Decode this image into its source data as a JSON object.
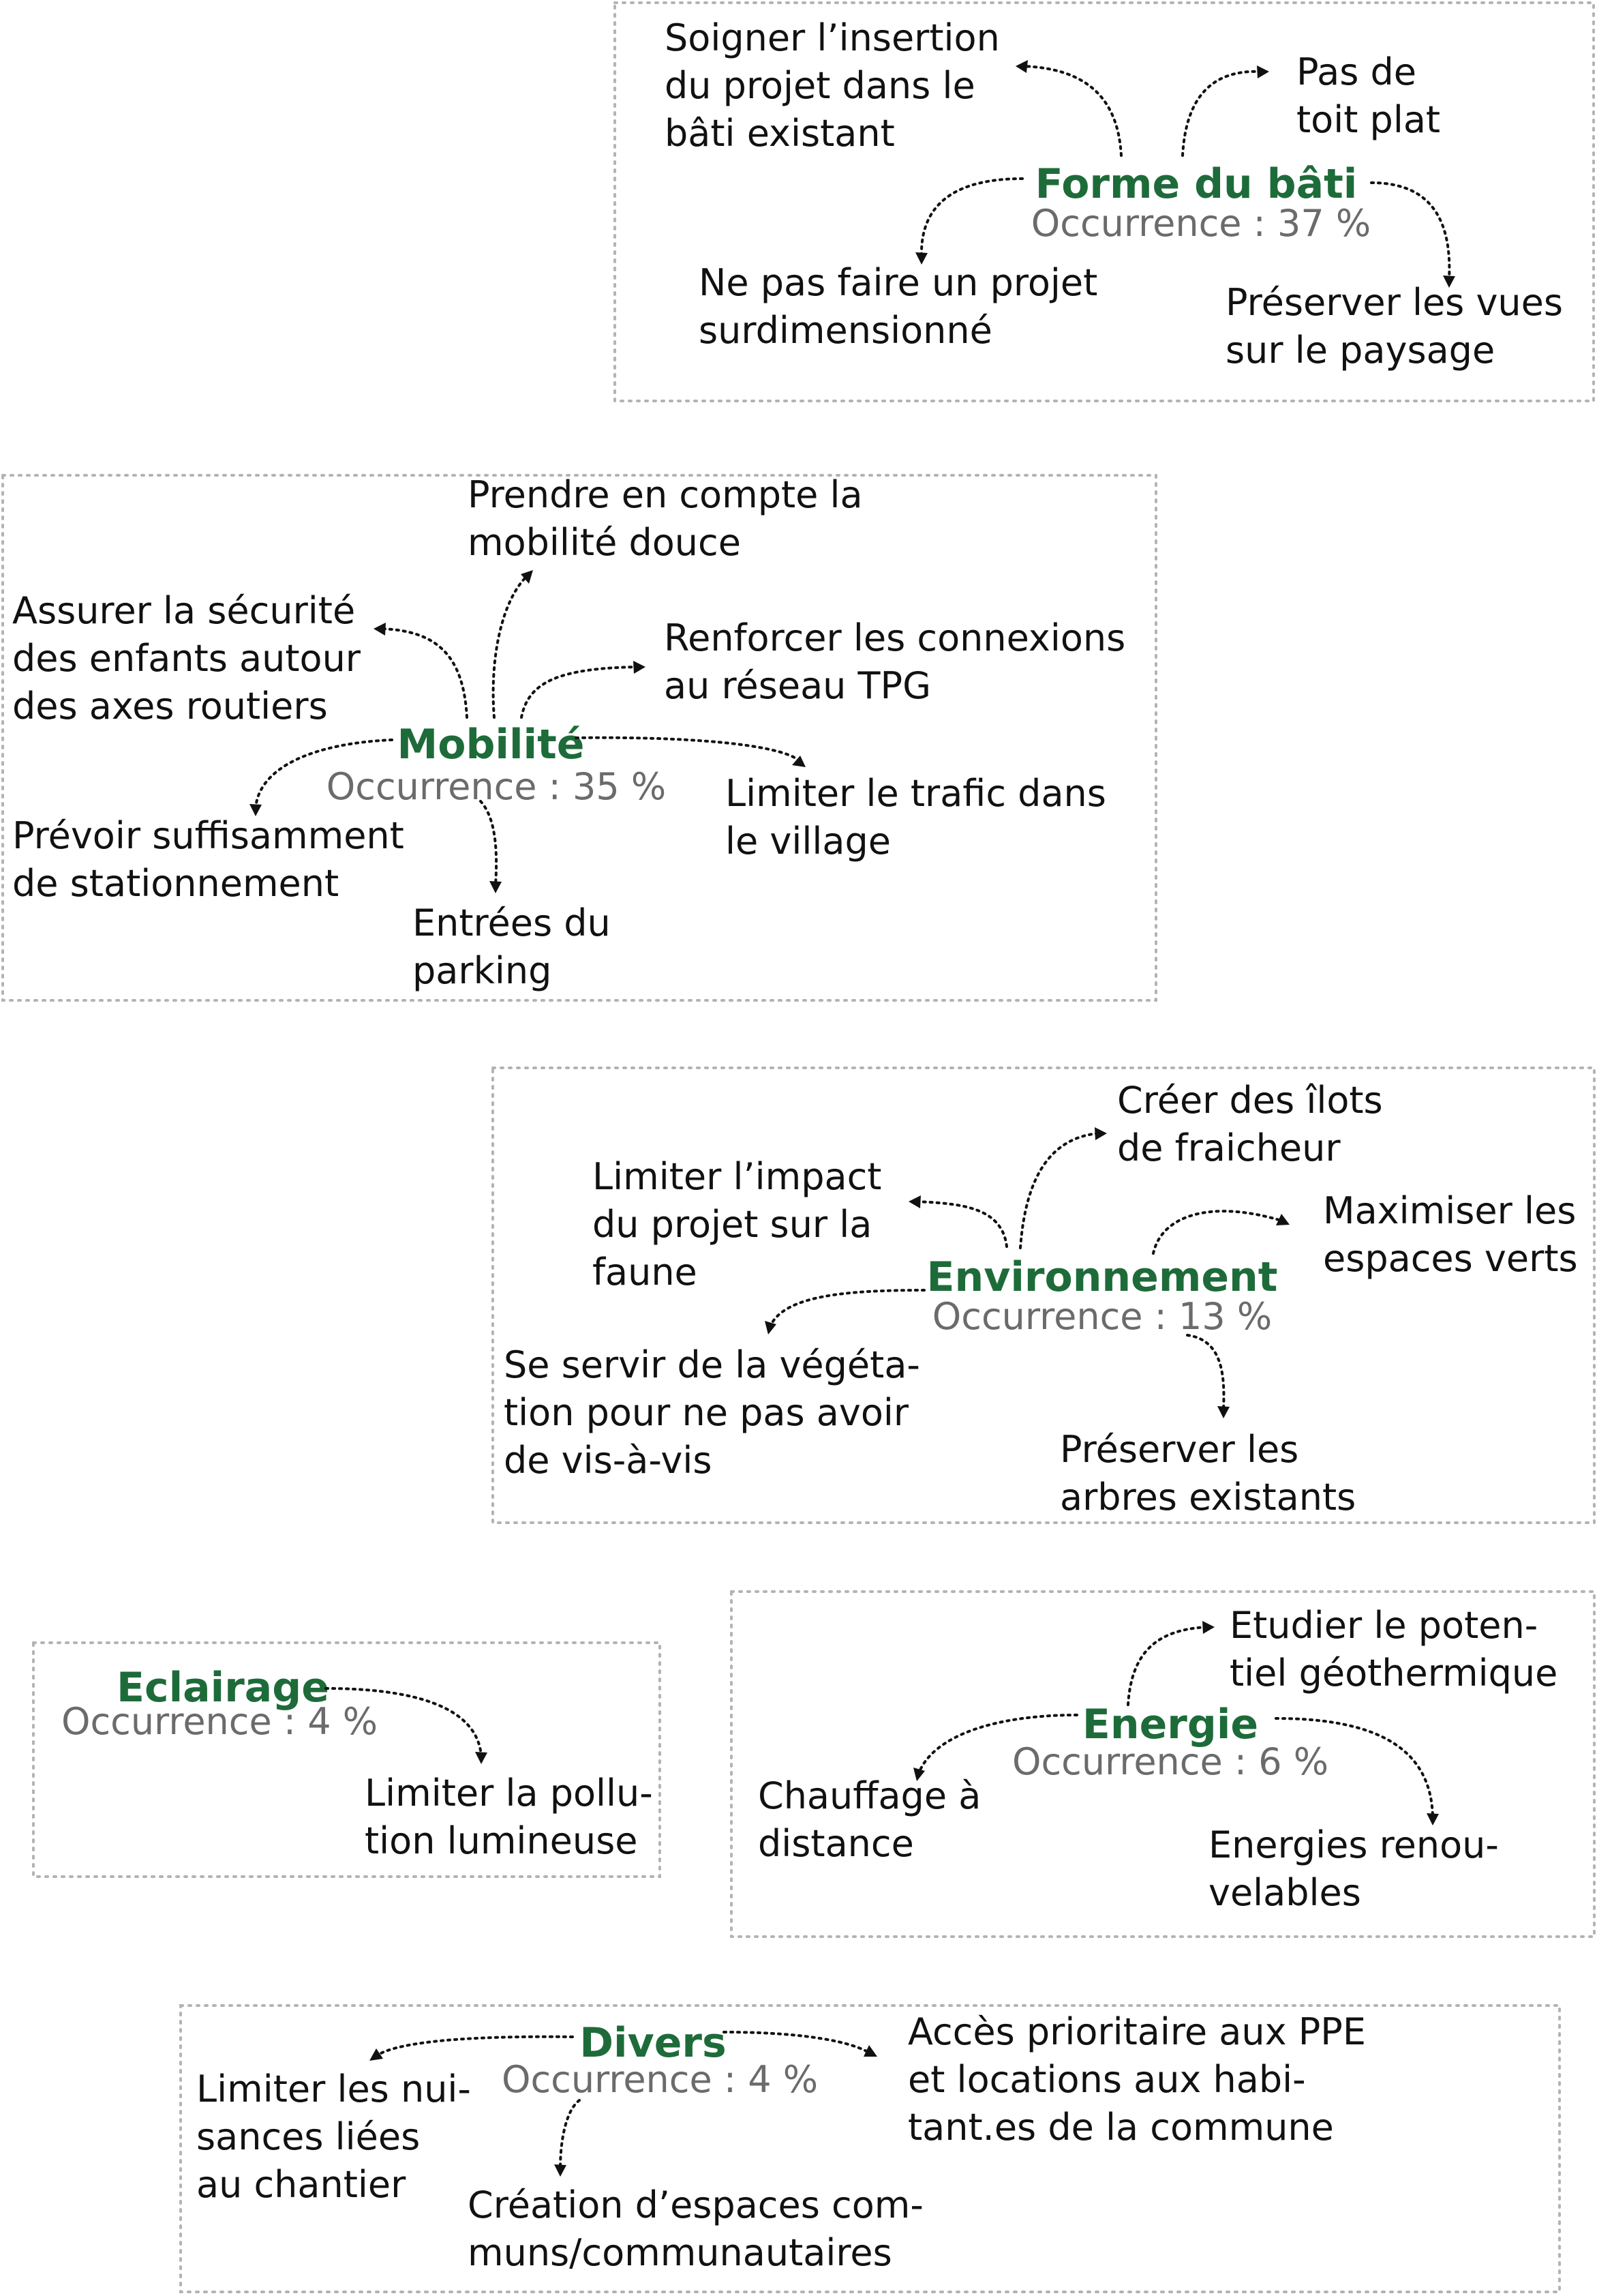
{
  "colors": {
    "category": "#1e6b3a",
    "occurrence": "#6b6b6b",
    "text": "#111111",
    "frame": "#b3b3b3"
  },
  "groups": [
    {
      "id": "forme-du-bati",
      "title": "Forme du bâti",
      "occurrence": "Occurrence : 37 %",
      "items": [
        [
          "Soigner l’insertion",
          "du projet dans le",
          "bâti existant"
        ],
        [
          "Pas de",
          "toit plat"
        ],
        [
          "Ne pas faire un projet",
          "surdimensionné"
        ],
        [
          "Préserver les vues",
          "sur le paysage"
        ]
      ]
    },
    {
      "id": "mobilite",
      "title": "Mobilité",
      "occurrence": "Occurrence : 35 %",
      "items": [
        [
          "Prendre en compte la",
          "mobilité douce"
        ],
        [
          "Assurer la sécurité",
          "des enfants autour",
          "des axes routiers"
        ],
        [
          "Renforcer les connexions",
          "au réseau TPG"
        ],
        [
          "Limiter le trafic dans",
          "le village"
        ],
        [
          "Prévoir suffisamment",
          "de stationnement"
        ],
        [
          "Entrées du",
          "parking"
        ]
      ]
    },
    {
      "id": "environnement",
      "title": "Environnement",
      "occurrence": "Occurrence : 13 %",
      "items": [
        [
          "Créer des îlots",
          "de fraicheur"
        ],
        [
          "Limiter l’impact",
          "du projet sur la",
          "faune"
        ],
        [
          "Maximiser les",
          "espaces verts"
        ],
        [
          "Se servir de la végéta-",
          "tion pour ne pas avoir",
          "de vis-à-vis"
        ],
        [
          "Préserver les",
          "arbres existants"
        ]
      ]
    },
    {
      "id": "eclairage",
      "title": "Eclairage",
      "occurrence": "Occurrence : 4 %",
      "items": [
        [
          "Limiter la pollu-",
          "tion lumineuse"
        ]
      ]
    },
    {
      "id": "energie",
      "title": "Energie",
      "occurrence": "Occurrence : 6 %",
      "items": [
        [
          "Etudier le poten-",
          "tiel géothermique"
        ],
        [
          "Chauffage à",
          "distance"
        ],
        [
          "Energies renou-",
          "velables"
        ]
      ]
    },
    {
      "id": "divers",
      "title": "Divers",
      "occurrence": "Occurrence : 4 %",
      "items": [
        [
          "Limiter les nui-",
          "sances liées",
          "au chantier"
        ],
        [
          "Accès prioritaire aux PPE",
          "et locations aux habi-",
          "tant.es de la commune"
        ],
        [
          "Création d’espaces com-",
          "muns/communautaires"
        ]
      ]
    }
  ]
}
